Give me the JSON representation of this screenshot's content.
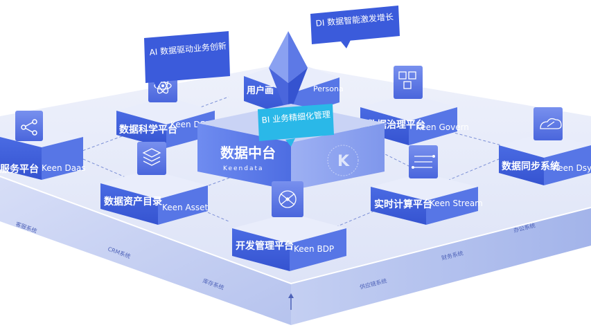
{
  "core": {
    "cn": "数据中台",
    "en": "Keendata"
  },
  "modules": {
    "daas": {
      "cn": "服务平台",
      "en": "Keen Daas"
    },
    "dsp": {
      "cn": "数据科学平台",
      "en": "Keen DSP"
    },
    "govern": {
      "cn": "数据治理平台",
      "en": "Keen Govern"
    },
    "dsync": {
      "cn": "数据同步系统",
      "en": "Keen Dsyn"
    },
    "asset": {
      "cn": "数据资产目录",
      "en": "Keen Asset"
    },
    "stream": {
      "cn": "实时计算平台",
      "en": "Keen Stream"
    },
    "bdp": {
      "cn": "开发管理平台",
      "en": "Keen BDP"
    },
    "persona": {
      "cn": "用户画",
      "en": "Persona"
    }
  },
  "callouts": {
    "ai": "AI 数据驱动业务创新",
    "di": "DI 数据智能激发增长",
    "bi": "BI 业务精细化管理"
  },
  "systems": {
    "kefu": "客服系统",
    "crm": "CRM系统",
    "kucun": "库存系统",
    "gongying": "供应链系统",
    "caiwu": "财务系统",
    "bangong": "办公系统"
  },
  "colors": {
    "primary": "#3b5bdb",
    "accent": "#2ab8e8",
    "platform_top": "#dfe5f8",
    "front_face": "#c9d4f3"
  },
  "icons": {
    "daas": "share-nodes-icon",
    "dsp": "atom-icon",
    "govern": "cubes-icon",
    "dsync": "cloud-sync-icon",
    "asset": "layers-icon",
    "stream": "circuit-icon",
    "bdp": "network-icon",
    "persona": "diamond-icon"
  }
}
